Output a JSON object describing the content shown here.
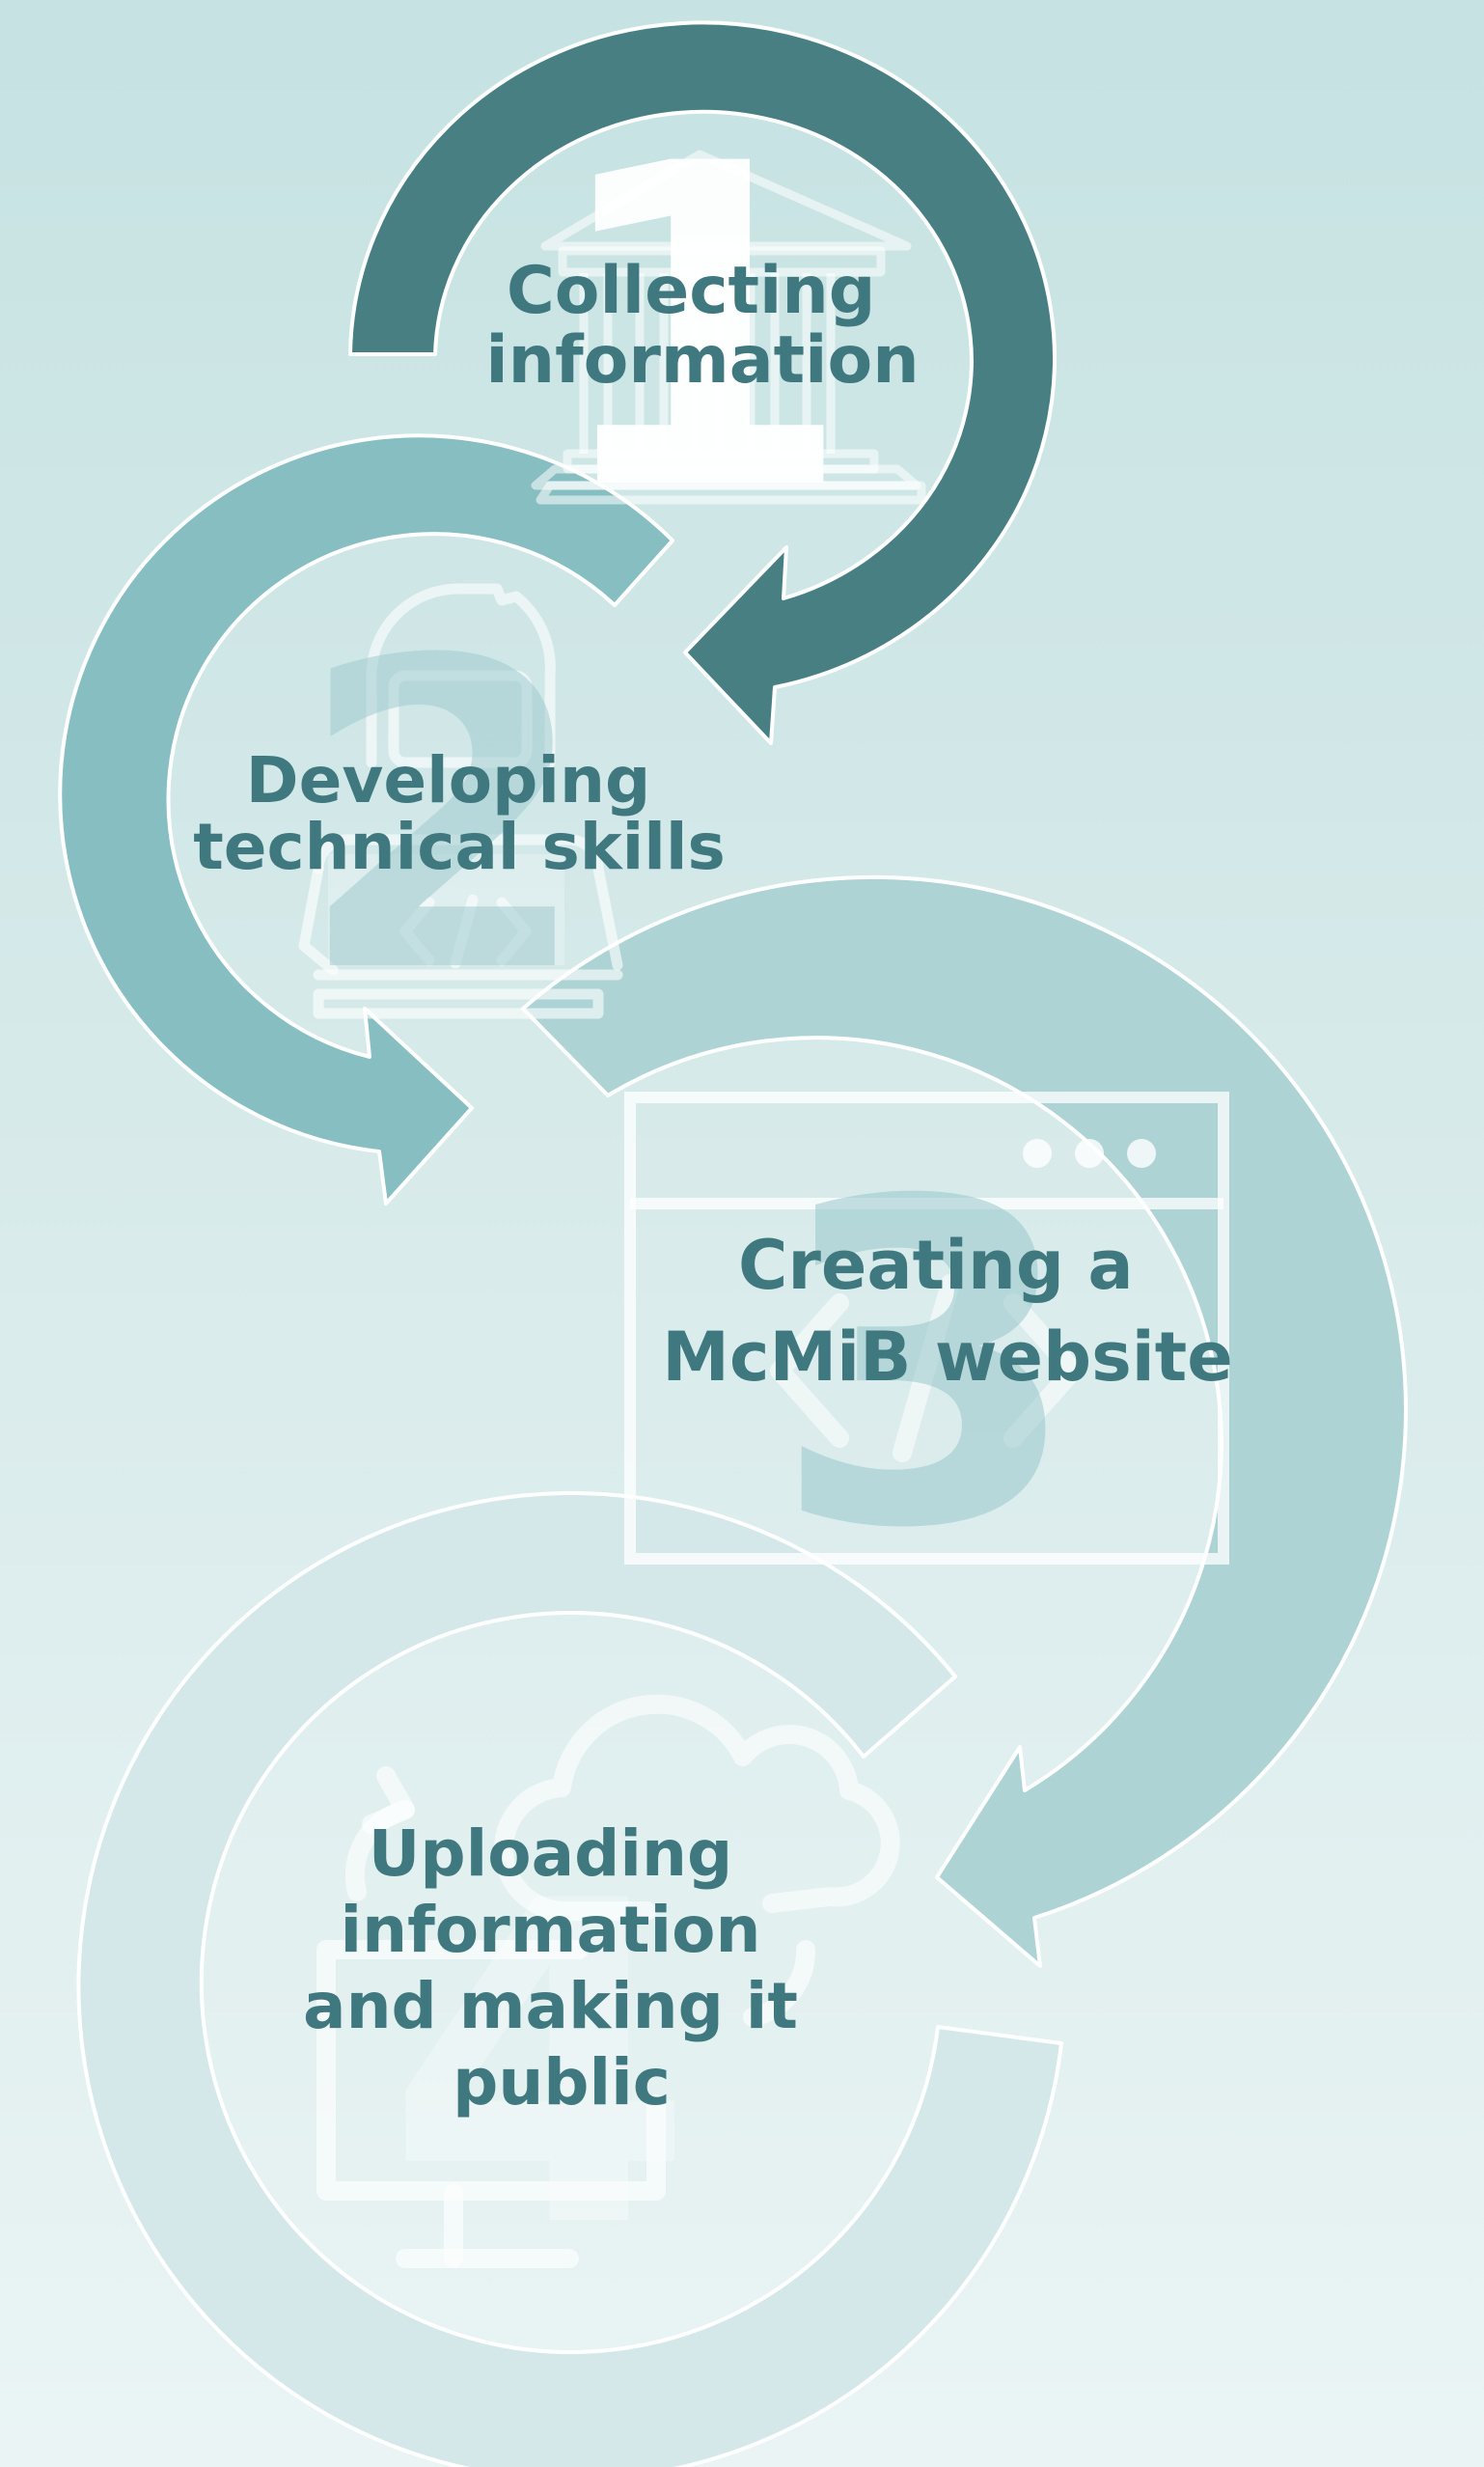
{
  "steps": [
    {
      "number": "1",
      "icon": "museum-building-icon",
      "color": "#477f83",
      "lines": [
        "Collecting",
        "information"
      ]
    },
    {
      "number": "2",
      "icon": "developer-laptop-icon",
      "color": "#86bec1",
      "lines": [
        "Developing",
        "technical skills"
      ]
    },
    {
      "number": "3",
      "icon": "browser-window-code-icon",
      "color": "#add3d5",
      "lines": [
        "Creating a",
        "McMiB website"
      ]
    },
    {
      "number": "4",
      "icon": "cloud-upload-monitor-icon",
      "color": "#d5e8e9",
      "lines": [
        "Uploading",
        "information",
        "and making it",
        "public"
      ]
    }
  ]
}
